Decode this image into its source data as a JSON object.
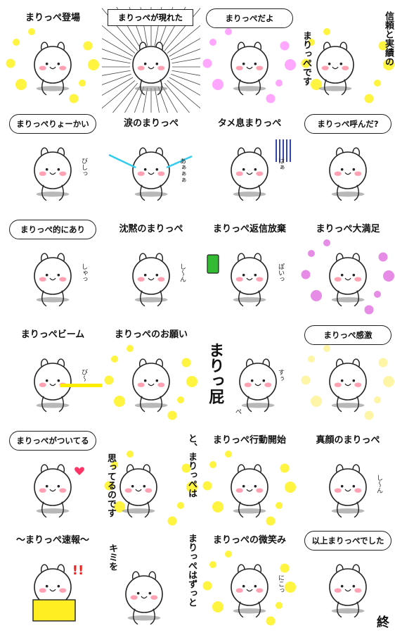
{
  "stickers": [
    {
      "id": "r1c1",
      "style": "plain",
      "caption": "まりっぺ登場",
      "sparkle": "#fff200"
    },
    {
      "id": "r1c2",
      "style": "box",
      "caption": "まりっぺが現れた",
      "rays": true
    },
    {
      "id": "r1c3",
      "style": "bubble",
      "caption": "まりっぺだよ",
      "sparkle": "#ff88ff"
    },
    {
      "id": "r1c4",
      "style": "vertical",
      "vcol1": "信頼と実績の",
      "vcol2": "まりっぺです",
      "sparkle": "#fff200"
    },
    {
      "id": "r2c1",
      "style": "bubble",
      "caption": "まりっぺりょーかい",
      "sfx": "びしっ"
    },
    {
      "id": "r2c2",
      "style": "plain",
      "caption": "涙のまりっぺ",
      "sfx": "あぁぁぁ",
      "tears": "#33ccee"
    },
    {
      "id": "r2c3",
      "style": "plain",
      "caption": "タメ息まりっぺ",
      "sfx": "はぁ",
      "gloom": "#3344aa"
    },
    {
      "id": "r2c4",
      "style": "bubble",
      "caption": "まりっぺ呼んだ?"
    },
    {
      "id": "r3c1",
      "style": "bubble",
      "caption": "まりっぺ的にあり",
      "sfx": "しゃっ"
    },
    {
      "id": "r3c2",
      "style": "plain",
      "caption": "沈黙のまりっぺ",
      "sfx": "し〜ん"
    },
    {
      "id": "r3c3",
      "style": "plain",
      "caption": "まりっぺ返信放棄",
      "sfx": "ぽいっ",
      "phone": "#33bb33"
    },
    {
      "id": "r3c4",
      "style": "plain",
      "caption": "まりっぺ大満足",
      "sparkle": "#dd66dd"
    },
    {
      "id": "r4c1",
      "style": "plain",
      "caption": "まりっぺビーム",
      "sfx": "び〜",
      "beam": "#ffee00"
    },
    {
      "id": "r4c2",
      "style": "plain",
      "caption": "まりっぺのお願い",
      "sparkle": "#fff200"
    },
    {
      "id": "r4c3",
      "style": "vertical-big",
      "vcol1": "まりっ屁",
      "sfx": "すぅ",
      "sfx2": "ぺ"
    },
    {
      "id": "r4c4",
      "style": "bubble",
      "caption": "まりっぺ感激",
      "sparkle": "#fff28a"
    },
    {
      "id": "r5c1",
      "style": "bubble",
      "caption": "まりっぺがついてる",
      "heart": "#ff3366"
    },
    {
      "id": "r5c2",
      "style": "vertical",
      "vcol1": "と、まりっぺは",
      "vcol2": "思ってるのです",
      "sparkle": "#fff200"
    },
    {
      "id": "r5c3",
      "style": "plain",
      "caption": "まりっぺ行動開始",
      "sparkle": "#fff200"
    },
    {
      "id": "r5c4",
      "style": "plain",
      "caption": "真顔のまりっぺ",
      "sfx": "し〜ん"
    },
    {
      "id": "r6c1",
      "style": "plain",
      "caption": "〜まりっぺ速報〜",
      "alert": "!!",
      "board": "#ffee22"
    },
    {
      "id": "r6c2",
      "style": "vertical",
      "vcol1": "まりっぺはずっと",
      "vcol2": "キミを"
    },
    {
      "id": "r6c3",
      "style": "plain",
      "caption": "まりっぺの微笑み",
      "sfx": "にこっ",
      "sparkle": "#fff200"
    },
    {
      "id": "r6c4",
      "style": "bubble",
      "caption": "以上まりっぺでした",
      "ending": "終"
    }
  ]
}
